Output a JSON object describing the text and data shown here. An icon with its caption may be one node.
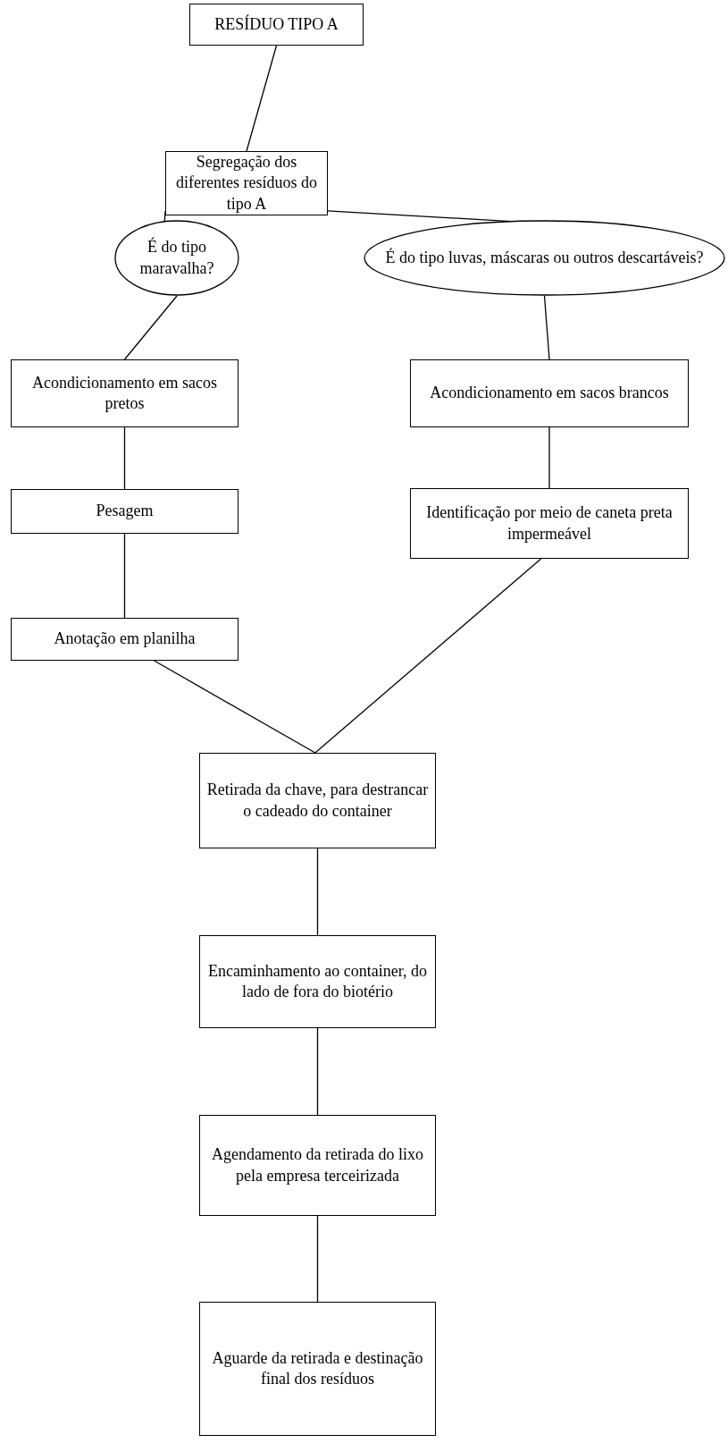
{
  "diagram": {
    "nodes": [
      {
        "text": [
          "RESÍDUO TIPO A"
        ]
      },
      {
        "text": [
          "Segregação dos diferentes resíduos do tipo A"
        ]
      },
      {
        "text": [
          "É do tipo maravalha?"
        ]
      },
      {
        "text": [
          "É do tipo luvas, máscaras ou outros descartáveis?"
        ]
      },
      {
        "text": [
          "Acondicionamento em sacos pretos"
        ]
      },
      {
        "text": [
          "Acondicionamento em sacos brancos"
        ]
      },
      {
        "text": [
          "Pesagem"
        ]
      },
      {
        "text": [
          "Identificação por meio de caneta preta impermeável"
        ]
      },
      {
        "text": [
          "Anotação em planilha"
        ]
      },
      {
        "text": [
          "Retirada da chave, para destrancar o cadeado do container"
        ]
      },
      {
        "text": [
          "Encaminhamento ao container, do lado de fora do biotério"
        ]
      },
      {
        "text": [
          "Agendamento da retirada do lixo pela empresa terceirizada"
        ]
      },
      {
        "text": [
          "Aguarde da retirada e destinação final dos resíduos"
        ]
      }
    ],
    "edges": [
      {
        "from": 0,
        "to": 1,
        "arrow": "none"
      },
      {
        "from": 1,
        "to": 2,
        "arrow": "none"
      },
      {
        "from": 1,
        "to": 3,
        "arrow": "none"
      },
      {
        "from": 2,
        "to": 4,
        "arrow": "none"
      },
      {
        "from": 3,
        "to": 5,
        "arrow": "none"
      },
      {
        "from": 4,
        "to": 6,
        "arrow": "none"
      },
      {
        "from": 5,
        "to": 7,
        "arrow": "none"
      },
      {
        "from": 6,
        "to": 8,
        "arrow": "none"
      },
      {
        "from": 8,
        "to": 9,
        "arrow": "none"
      },
      {
        "from": 7,
        "to": 9,
        "arrow": "none"
      },
      {
        "from": 9,
        "to": 10,
        "arrow": "none"
      },
      {
        "from": 10,
        "to": 11,
        "arrow": "none"
      },
      {
        "from": 11,
        "to": 12,
        "arrow": "none"
      }
    ]
  }
}
